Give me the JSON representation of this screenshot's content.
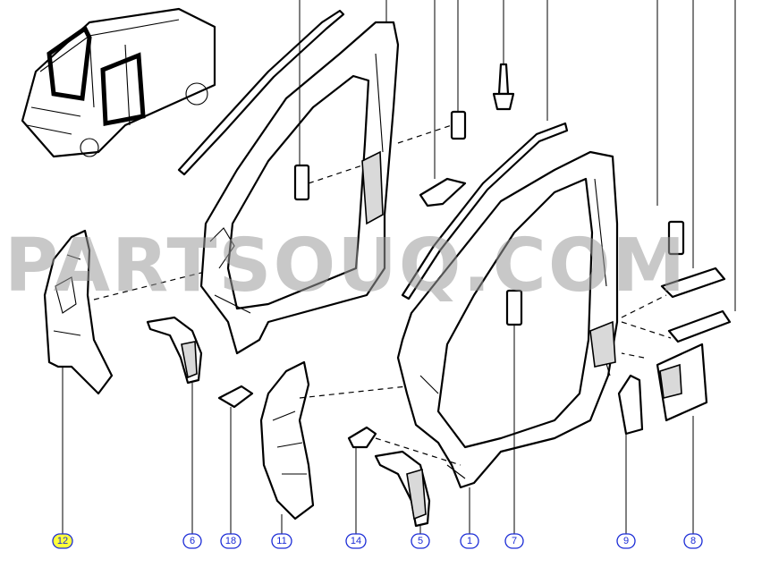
{
  "watermark": "PARTSOUQ.COM",
  "colors": {
    "callout_text": "#1a2bd6",
    "highlight": "#ffff3c",
    "watermark": "#9a9a9a"
  },
  "callouts": [
    {
      "id": "c12",
      "label": "12",
      "highlighted": true
    },
    {
      "id": "c6",
      "label": "6"
    },
    {
      "id": "c18",
      "label": "18"
    },
    {
      "id": "c11",
      "label": "11"
    },
    {
      "id": "c14",
      "label": "14"
    },
    {
      "id": "c5",
      "label": "5"
    },
    {
      "id": "c1",
      "label": "1"
    },
    {
      "id": "c7",
      "label": "7"
    },
    {
      "id": "c9",
      "label": "9"
    },
    {
      "id": "c8",
      "label": "8"
    }
  ]
}
